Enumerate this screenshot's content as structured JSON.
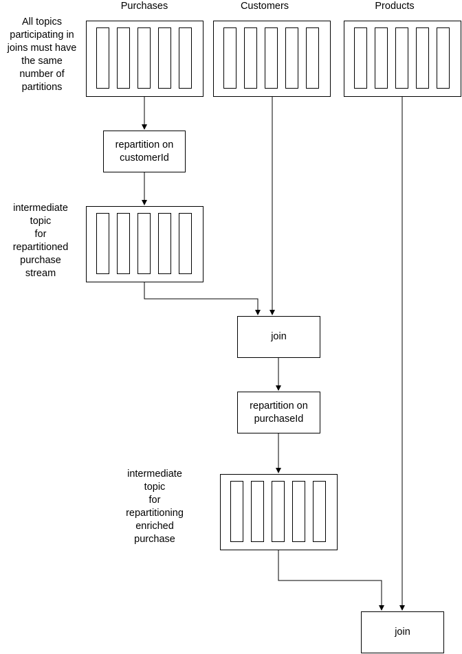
{
  "columns": {
    "purchases": "Purchases",
    "customers": "Customers",
    "products": "Products"
  },
  "notes": {
    "same_partitions": "All topics\nparticipating in\njoins must have\nthe same\nnumber of\npartitions",
    "intermediate_1": "intermediate\ntopic\nfor\nrepartitioned\npurchase\nstream",
    "intermediate_2": "intermediate\ntopic\nfor\nrepartitioning\nenriched\npurchase"
  },
  "processors": {
    "repartition_customer": "repartition on\ncustomerId",
    "join_1": "join",
    "repartition_purchase": "repartition on\npurchaseId",
    "join_2": "join"
  },
  "colors": {
    "stroke": "#000000",
    "background": "#ffffff"
  }
}
